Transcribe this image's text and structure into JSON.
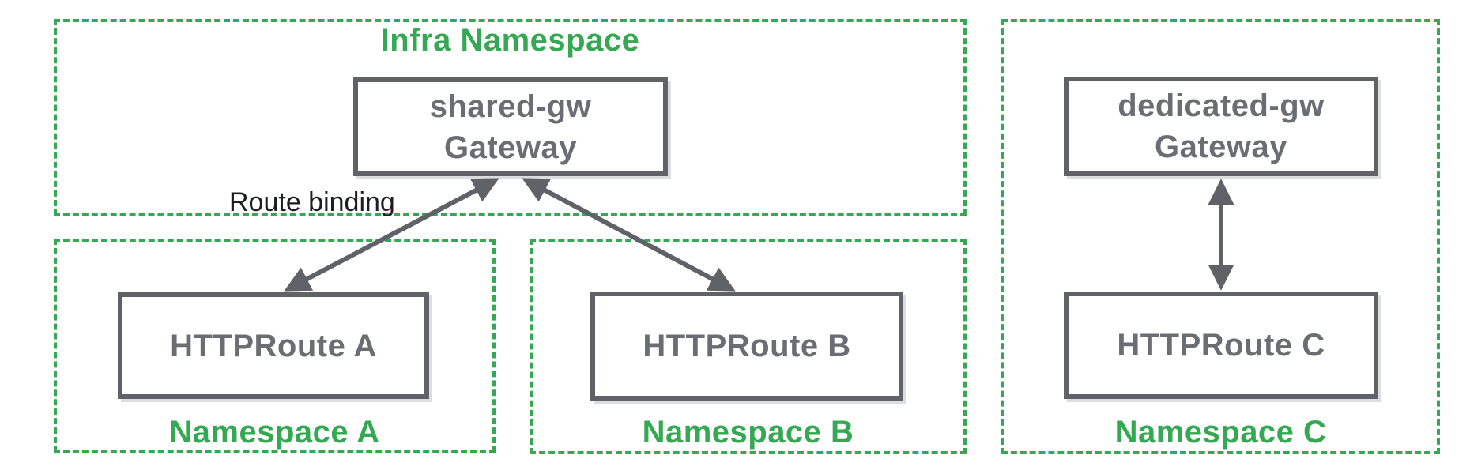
{
  "colors": {
    "green": "#34A853",
    "gray_border": "#5F6368",
    "gray_text": "#6A6E72",
    "ink": "#1C1E21"
  },
  "namespaces": {
    "infra": {
      "label": "Infra Namespace"
    },
    "a": {
      "label": "Namespace A"
    },
    "b": {
      "label": "Namespace B"
    },
    "c": {
      "label": "Namespace C"
    }
  },
  "nodes": {
    "shared_gw": {
      "line1": "shared-gw",
      "line2": "Gateway"
    },
    "dedicated_gw": {
      "line1": "dedicated-gw",
      "line2": "Gateway"
    },
    "route_a": {
      "label": "HTTPRoute A"
    },
    "route_b": {
      "label": "HTTPRoute B"
    },
    "route_c": {
      "label": "HTTPRoute C"
    }
  },
  "annotations": {
    "route_binding": "Route binding"
  },
  "edges": [
    {
      "from": "HTTPRoute A",
      "to": "shared-gw Gateway",
      "bidirectional": true,
      "label": "Route binding"
    },
    {
      "from": "HTTPRoute B",
      "to": "shared-gw Gateway",
      "bidirectional": true
    },
    {
      "from": "HTTPRoute C",
      "to": "dedicated-gw Gateway",
      "bidirectional": true
    }
  ]
}
